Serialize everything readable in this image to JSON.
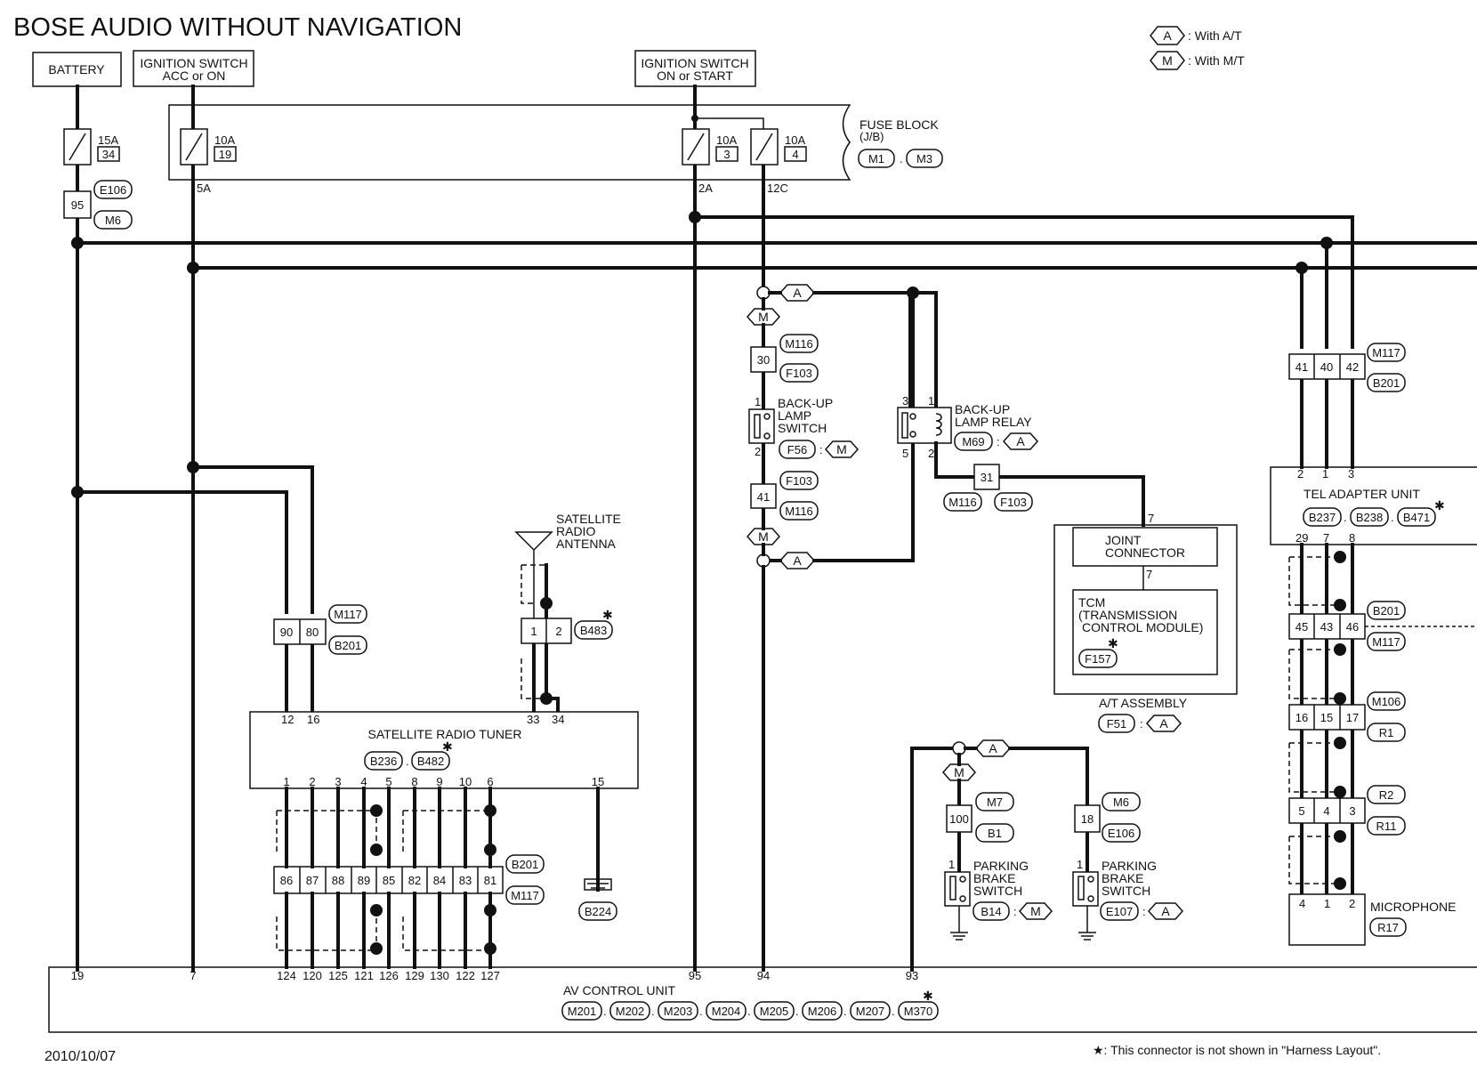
{
  "title": "BOSE AUDIO WITHOUT NAVIGATION",
  "date": "2010/10/07",
  "footnote": "★: This connector is not shown in \"Harness Layout\".",
  "legend": [
    {
      "tag": "A",
      "text": ": With A/T"
    },
    {
      "tag": "M",
      "text": ": With M/T"
    }
  ],
  "power": {
    "battery": "BATTERY",
    "ign_acc_1": "IGNITION SWITCH",
    "ign_acc_2": "ACC or ON",
    "ign_on_1": "IGNITION SWITCH",
    "ign_on_2": "ON or START"
  },
  "fuses": [
    {
      "amp": "15A",
      "num": "34"
    },
    {
      "amp": "10A",
      "num": "19",
      "term": "5A"
    },
    {
      "amp": "10A",
      "num": "3",
      "term": "2A"
    },
    {
      "amp": "10A",
      "num": "4",
      "term": "12C"
    }
  ],
  "fuse_block": {
    "name": "FUSE BLOCK",
    "sub": "(J/B)",
    "connectors": [
      "M1",
      "M3"
    ]
  },
  "battery_joint": {
    "pin": "95",
    "connectors": [
      "E106",
      "M6"
    ]
  },
  "backup_lamp_switch": {
    "name": [
      "BACK-UP",
      "LAMP",
      "SWITCH"
    ],
    "connector": "F56",
    "cond": "M",
    "joint_top": {
      "pin": "30",
      "connectors": [
        "M116",
        "F103"
      ]
    },
    "joint_bottom": {
      "pin": "41",
      "connectors": [
        "F103",
        "M116"
      ]
    },
    "pins": [
      "1",
      "2"
    ]
  },
  "backup_lamp_relay": {
    "name": [
      "BACK-UP",
      "LAMP RELAY"
    ],
    "connector": "M69",
    "cond": "A",
    "pins": [
      "3",
      "1",
      "5",
      "2"
    ],
    "joint": {
      "pin": "31",
      "connectors": [
        "M116",
        "F103"
      ]
    }
  },
  "joint_connector": {
    "name": [
      "JOINT",
      "CONNECTOR"
    ],
    "pin_top": "7",
    "pin_bottom": "7"
  },
  "tcm": {
    "name": [
      "TCM",
      "(TRANSMISSION",
      "CONTROL MODULE)"
    ],
    "connector": "F157"
  },
  "at_assembly": {
    "name": "A/T ASSEMBLY",
    "connector": "F51",
    "cond": "A"
  },
  "satellite_antenna": {
    "name": [
      "SATELLITE",
      "RADIO",
      "ANTENNA"
    ],
    "pins": [
      "1",
      "2"
    ],
    "connector": "B483"
  },
  "satellite_tuner": {
    "name": "SATELLITE RADIO TUNER",
    "connectors": [
      "B236",
      "B482"
    ],
    "top_pins": [
      "12",
      "16",
      "33",
      "34"
    ],
    "bottom_pins": [
      "1",
      "2",
      "3",
      "4",
      "5",
      "8",
      "9",
      "10",
      "6",
      "15"
    ]
  },
  "tuner_joint": {
    "pins": [
      "90",
      "80"
    ],
    "connectors": [
      "M117",
      "B201"
    ]
  },
  "harness_joint": {
    "pins": [
      "86",
      "87",
      "88",
      "89",
      "85",
      "82",
      "84",
      "83",
      "81"
    ],
    "connectors": [
      "B201",
      "M117"
    ]
  },
  "ground": {
    "connector": "B224"
  },
  "parking_brake_mt": {
    "name": [
      "PARKING",
      "BRAKE",
      "SWITCH"
    ],
    "connector": "B14",
    "cond": "M",
    "pin": "1",
    "joint": {
      "pin": "100",
      "connectors": [
        "M7",
        "B1"
      ]
    }
  },
  "parking_brake_at": {
    "name": [
      "PARKING",
      "BRAKE",
      "SWITCH"
    ],
    "connector": "E107",
    "cond": "A",
    "pin": "1",
    "joint": {
      "pin": "18",
      "connectors": [
        "M6",
        "E106"
      ]
    }
  },
  "tel_joint": {
    "pins": [
      "41",
      "40",
      "42"
    ],
    "connectors": [
      "M117",
      "B201"
    ]
  },
  "tel_adapter": {
    "name": "TEL ADAPTER UNIT",
    "connectors": [
      "B237",
      "B238",
      "B471"
    ],
    "top_pins": [
      "2",
      "1",
      "3"
    ],
    "bottom_pins": [
      "29",
      "7",
      "8"
    ]
  },
  "mic_joints": [
    {
      "pins": [
        "45",
        "43",
        "46"
      ],
      "connectors": [
        "B201",
        "M117"
      ]
    },
    {
      "pins": [
        "16",
        "15",
        "17"
      ],
      "connectors": [
        "M106",
        "R1"
      ]
    },
    {
      "pins": [
        "5",
        "4",
        "3"
      ],
      "connectors": [
        "R2",
        "R11"
      ]
    }
  ],
  "microphone": {
    "name": "MICROPHONE",
    "connector": "R17",
    "pins": [
      "4",
      "1",
      "2"
    ]
  },
  "av_control_unit": {
    "name": "AV CONTROL UNIT",
    "connectors": [
      "M201",
      "M202",
      "M203",
      "M204",
      "M205",
      "M206",
      "M207",
      "M370"
    ],
    "pins": [
      "19",
      "7",
      "124",
      "120",
      "125",
      "121",
      "126",
      "129",
      "130",
      "122",
      "127",
      "95",
      "94",
      "93"
    ]
  }
}
